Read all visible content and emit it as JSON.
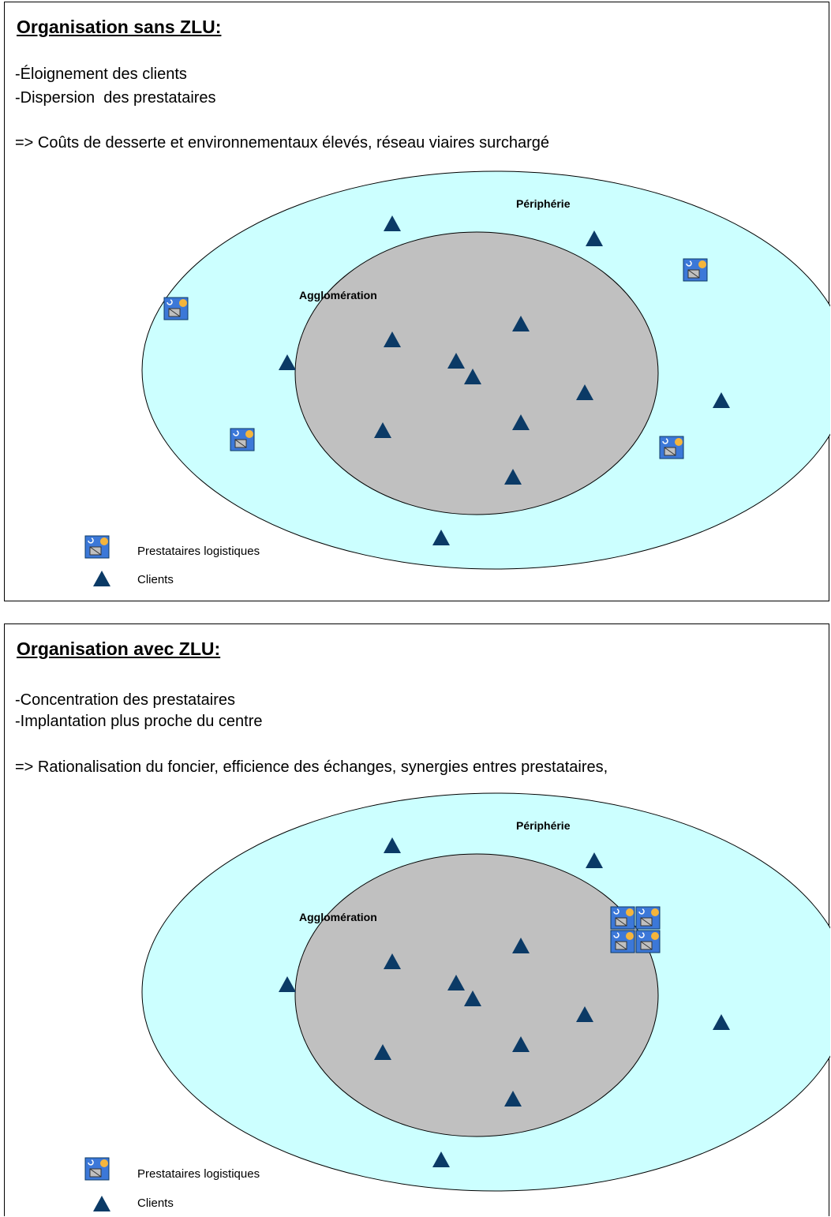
{
  "panels": [
    {
      "title": "Organisation sans ZLU:",
      "bullets": [
        "-Éloignement des clients",
        "-Dispersion  des prestataires"
      ],
      "conclusion": "=> Coûts de desserte et environnementaux élevés, réseau viaires surchargé",
      "outer_label": "Périphérie",
      "inner_label": "Agglomération",
      "legend": {
        "providers": "Prestataires logistiques",
        "clients": "Clients"
      }
    },
    {
      "title": "Organisation avec ZLU:",
      "bullets": [
        "-Concentration des prestataires",
        "-Implantation plus proche du centre"
      ],
      "conclusion": "=> Rationalisation du foncier, efficience des échanges, synergies entres prestataires,",
      "outer_label": "Périphérie",
      "inner_label": "Agglomération",
      "legend": {
        "providers": "Prestataires logistiques",
        "clients": "Clients"
      }
    }
  ],
  "colors": {
    "outer_zone": "#ccffff",
    "inner_zone": "#c0c0c0",
    "client_marker": "#0b3a66",
    "provider_bg": "#3c78d8",
    "provider_sun": "#f5b53b"
  },
  "icons": {
    "client": "triangle-marker-icon",
    "provider": "warehouse-box-icon"
  }
}
